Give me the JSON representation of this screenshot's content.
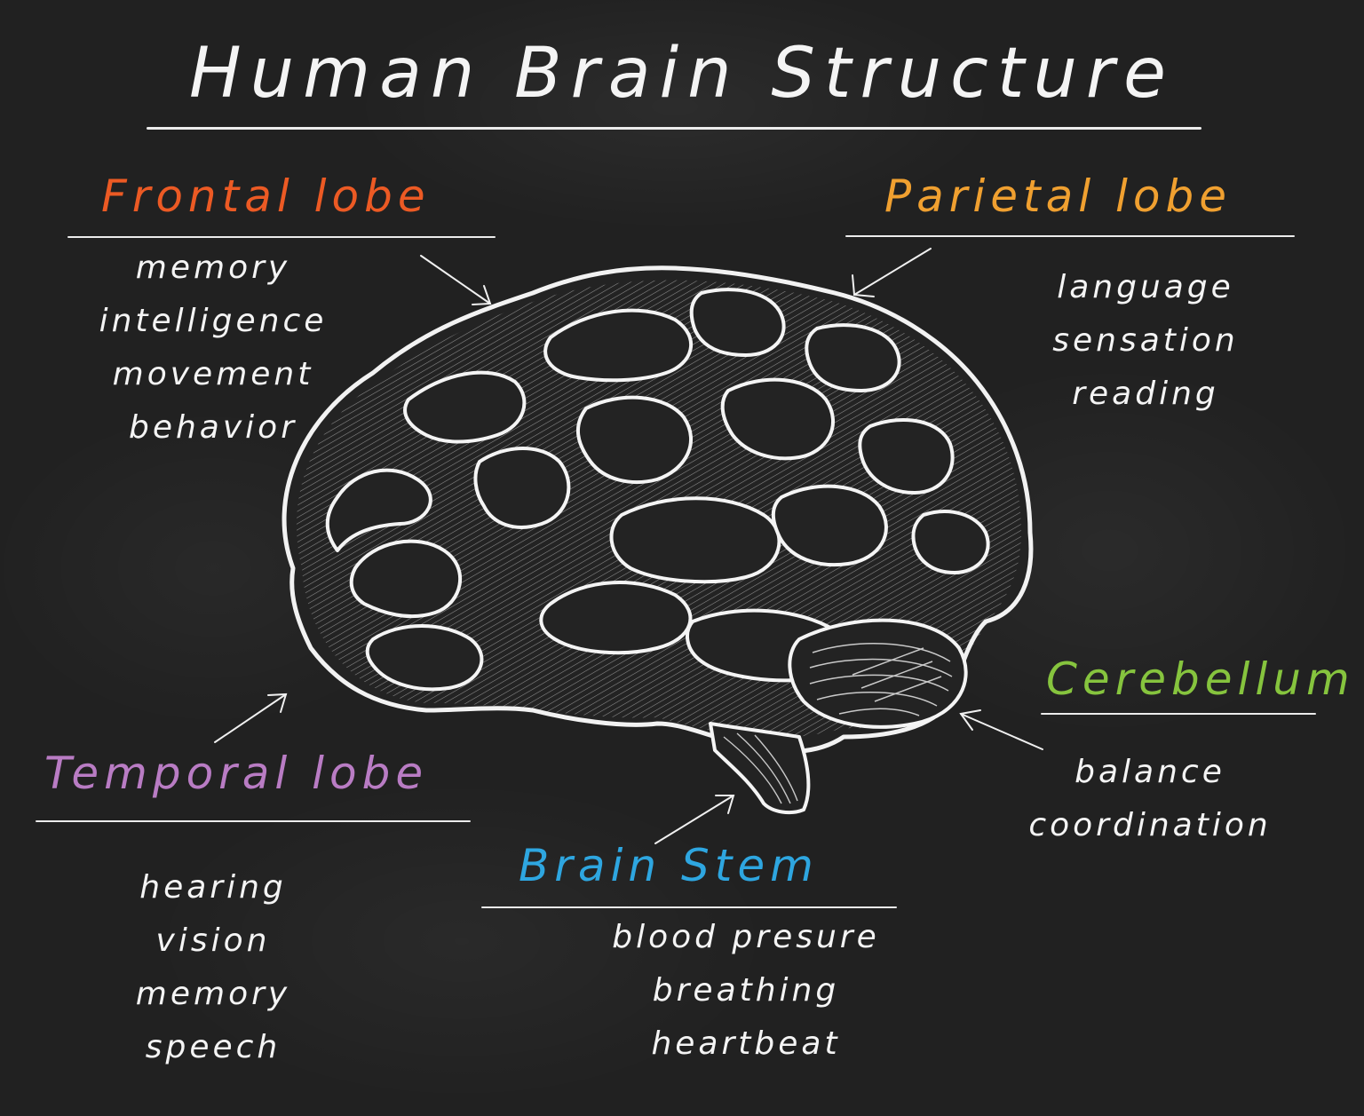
{
  "title": "Human Brain Structure",
  "colors": {
    "background": "#212121",
    "chalk": "#f4f4f4",
    "frontal": "#ec5a24",
    "parietal": "#f0a030",
    "temporal": "#b97cc4",
    "cerebellum": "#86c43e",
    "brain_stem": "#2ea6e0"
  },
  "sections": {
    "frontal": {
      "heading": "Frontal lobe",
      "items": [
        "memory",
        "intelligence",
        "movement",
        "behavior"
      ]
    },
    "parietal": {
      "heading": "Parietal lobe",
      "items": [
        "language",
        "sensation",
        "reading"
      ]
    },
    "temporal": {
      "heading": "Temporal lobe",
      "items": [
        "hearing",
        "vision",
        "memory",
        "speech"
      ]
    },
    "cerebellum": {
      "heading": "Cerebellum",
      "items": [
        "balance",
        "coordination"
      ]
    },
    "brain_stem": {
      "heading": "Brain Stem",
      "items": [
        "blood presure",
        "breathing",
        "heartbeat"
      ]
    }
  },
  "illustration": {
    "subject": "brain-sketch-icon",
    "style": "white chalk line drawing, lateral view"
  }
}
